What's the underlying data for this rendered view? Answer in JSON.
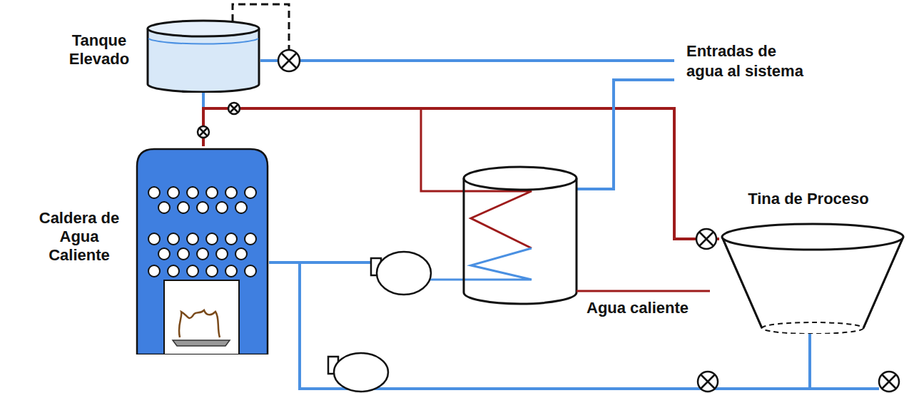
{
  "diagram": {
    "nodes": [
      {
        "text": [
          "Tanque Elevado"
        ]
      },
      {
        "text": [
          "Caldera de Agua Caliente"
        ]
      },
      {
        "text": [
          "Tina de Proceso"
        ]
      }
    ],
    "edges": [
      {
        "from": 0,
        "to": 1,
        "arrow": "none"
      },
      {
        "from": 1,
        "to": 2,
        "arrow": "none"
      },
      {
        "from": 1,
        "to": 2,
        "arrow": "none"
      }
    ],
    "labels": [
      "Entradas de agua al sistema",
      "Agua caliente"
    ]
  }
}
